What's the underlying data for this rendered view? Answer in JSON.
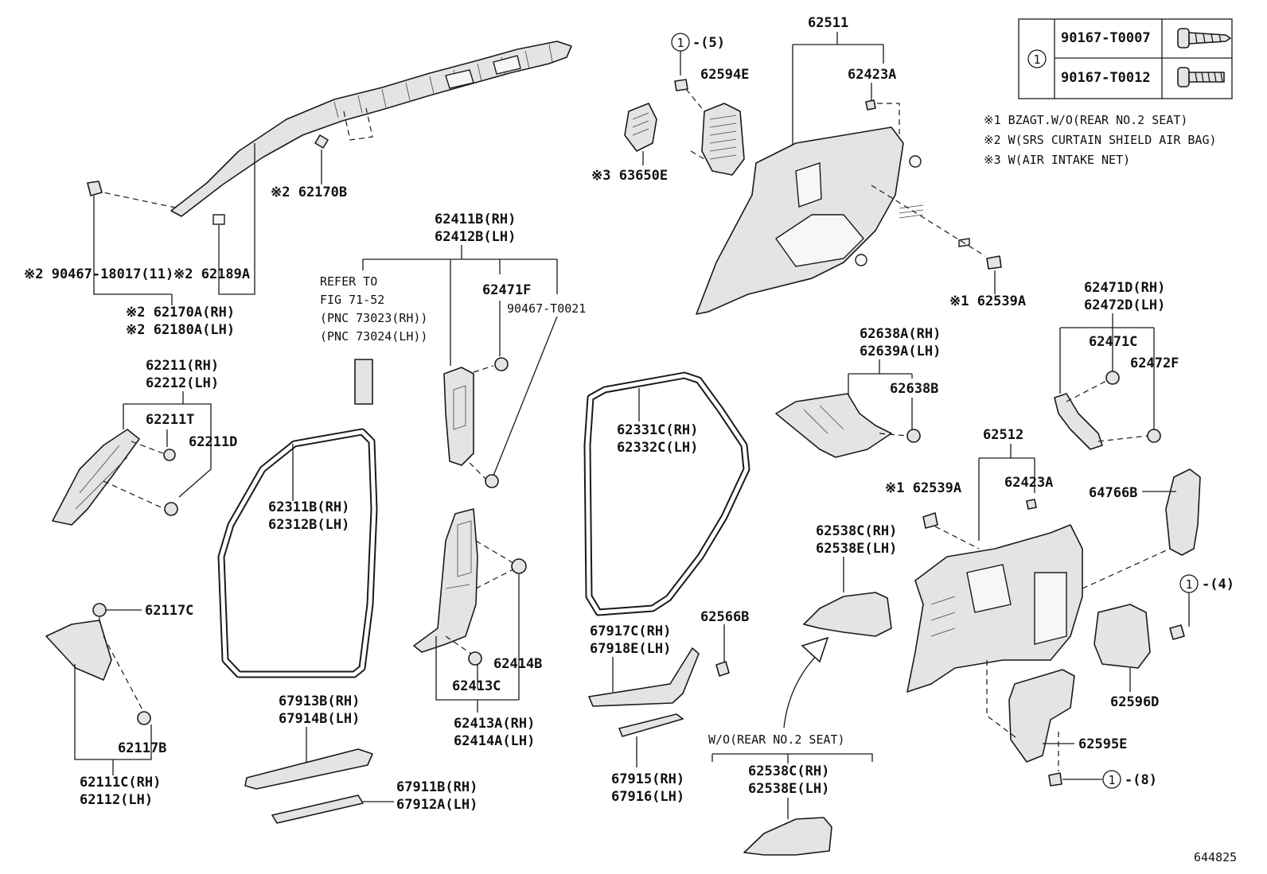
{
  "legend": {
    "symbol": "1",
    "rows": [
      {
        "part": "90167-T0007",
        "icon": "screw-short-icon"
      },
      {
        "part": "90167-T0012",
        "icon": "screw-long-icon"
      }
    ]
  },
  "notes": {
    "n1": "※1 BZAGT.W/O(REAR NO.2 SEAT)",
    "n2": "※2 W(SRS CURTAIN SHIELD AIR BAG)",
    "n3": "※3 W(AIR INTAKE NET)"
  },
  "refer": [
    "REFER TO",
    "FIG 71-52",
    "(PNC 73023(RH))",
    "(PNC 73024(LH))"
  ],
  "parts": {
    "p62511": "62511",
    "p62423A_top": "62423A",
    "p62594E": "62594E",
    "ref5": "-(5)",
    "p63650E": "※3 63650E",
    "p62539A_top": "※1 62539A",
    "p62170B": "※2 62170B",
    "p90467_18017": "※2 90467-18017(11)",
    "p62189A": "※2 62189A",
    "p62170A": "※2 62170A(RH)",
    "p62180A": "※2 62180A(LH)",
    "p62411B": "62411B(RH)",
    "p62412B": "62412B(LH)",
    "p62471F": "62471F",
    "p90467_T0021": "90467-T0021",
    "p62211": "62211(RH)",
    "p62212": "62212(LH)",
    "p62211T": "62211T",
    "p62211D": "62211D",
    "p62311B": "62311B(RH)",
    "p62312B": "62312B(LH)",
    "p62331C": "62331C(RH)",
    "p62332C": "62332C(LH)",
    "p62638A": "62638A(RH)",
    "p62639A": "62639A(LH)",
    "p62638B": "62638B",
    "p62471D": "62471D(RH)",
    "p62472D": "62472D(LH)",
    "p62471C": "62471C",
    "p62472F": "62472F",
    "p62512": "62512",
    "p62539A_mid": "※1 62539A",
    "p62423A_mid": "62423A",
    "p64766B": "64766B",
    "p62538C_a": "62538C(RH)",
    "p62538E_a": "62538E(LH)",
    "ref4": "-(4)",
    "p62566B": "62566B",
    "p62117C": "62117C",
    "p62414B": "62414B",
    "p62413C": "62413C",
    "p62413A": "62413A(RH)",
    "p62414A": "62414A(LH)",
    "p67917C": "67917C(RH)",
    "p67918E": "67918E(LH)",
    "p62596D": "62596D",
    "p62595E": "62595E",
    "p67913B": "67913B(RH)",
    "p67914B": "67914B(LH)",
    "p62117B": "62117B",
    "p62111C": "62111C(RH)",
    "p62112": "62112(LH)",
    "p67911B": "67911B(RH)",
    "p67912A": "67912A(LH)",
    "p67915": "67915(RH)",
    "p67916": "67916(LH)",
    "wo_seat": "W/O(REAR NO.2 SEAT)",
    "p62538C_b": "62538C(RH)",
    "p62538E_b": "62538E(LH)",
    "ref8": "-(8)"
  },
  "figure_id": "644825"
}
